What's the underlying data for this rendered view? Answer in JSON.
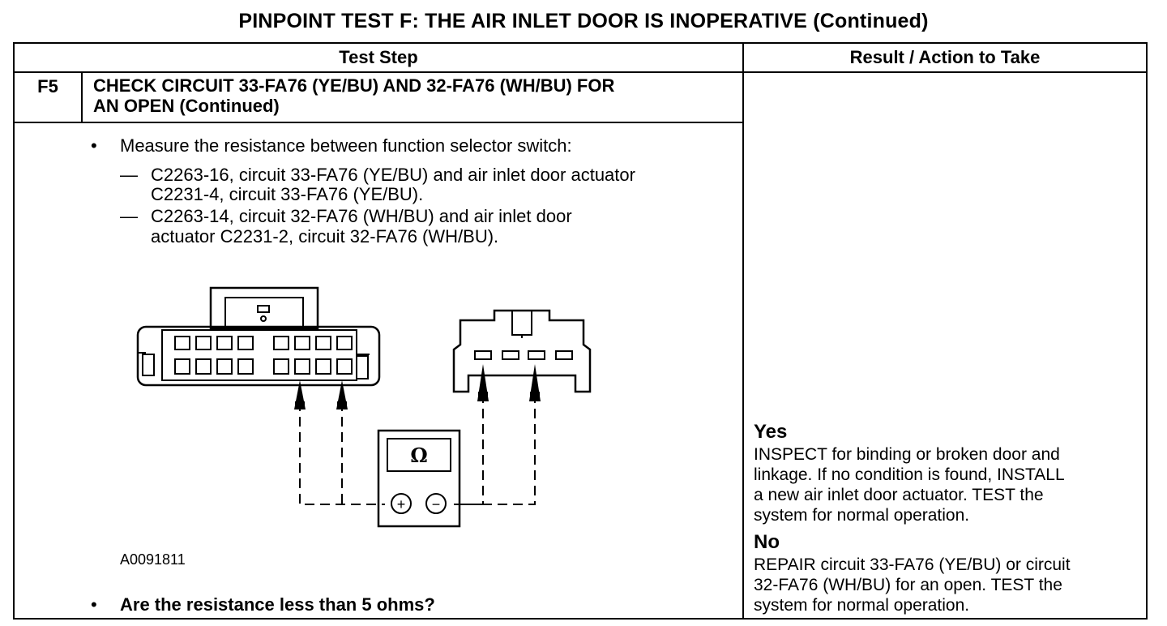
{
  "title": "PINPOINT TEST  F: THE AIR INLET DOOR IS INOPERATIVE (Continued)",
  "table": {
    "col_test_step": "Test Step",
    "col_result": "Result / Action to Take"
  },
  "step": {
    "id": "F5",
    "title_line1": "CHECK CIRCUIT 33-FA76 (YE/BU) AND 32-FA76 (WH/BU) FOR",
    "title_line2": "AN OPEN (Continued)",
    "bullet": "•",
    "instruction": "Measure the resistance between function selector switch:",
    "sub1_dash": "—",
    "sub1_line1": "C2263-16, circuit 33-FA76 (YE/BU) and air inlet door actuator",
    "sub1_line2": "C2231-4, circuit 33-FA76 (YE/BU).",
    "sub2_dash": "—",
    "sub2_line1": "C2263-14, circuit 32-FA76 (WH/BU) and air inlet door",
    "sub2_line2": "actuator C2231-2, circuit 32-FA76 (WH/BU).",
    "figure_id": "A0091811",
    "question": "Are the resistance less than 5 ohms?"
  },
  "diagram": {
    "meter_symbol": "Ω",
    "plus": "+",
    "minus": "−"
  },
  "result": {
    "yes_label": "Yes",
    "yes_line1": "INSPECT for binding or broken door and",
    "yes_line2": "linkage. If no condition is found, INSTALL",
    "yes_line3": "a new air inlet door actuator. TEST the",
    "yes_line4": "system for normal operation.",
    "no_label": "No",
    "no_line1": "REPAIR circuit 33-FA76 (YE/BU) or circuit",
    "no_line2": "32-FA76 (WH/BU) for an open. TEST the",
    "no_line3": "system for normal operation."
  }
}
